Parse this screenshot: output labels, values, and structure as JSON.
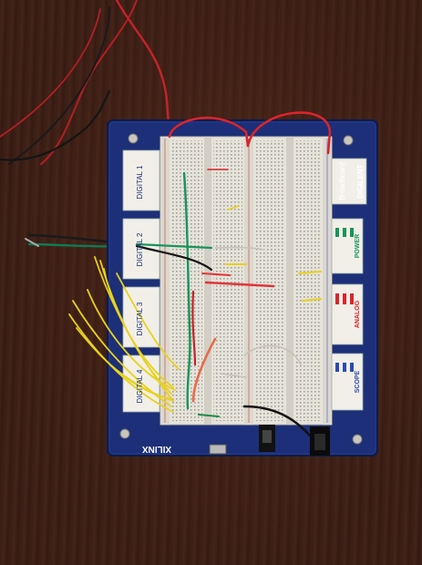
{
  "board": {
    "brand_top": "DIGILENT",
    "product_top": "Breadboard",
    "brand_bottom": "XILINX",
    "digital_labels": [
      "DIGITAL 1",
      "DIGITAL 2",
      "DIGITAL 3",
      "DIGITAL 4"
    ],
    "section_labels": [
      "POWER",
      "ANALOG",
      "SCOPE"
    ],
    "colors": {
      "board_blue": "#1c2f78",
      "breadboard_white": "#e6e3da",
      "wire_red": "#d9252c",
      "wire_yellow": "#e8d21d",
      "wire_green": "#17955a",
      "table_wood": "#3a1f15"
    }
  }
}
